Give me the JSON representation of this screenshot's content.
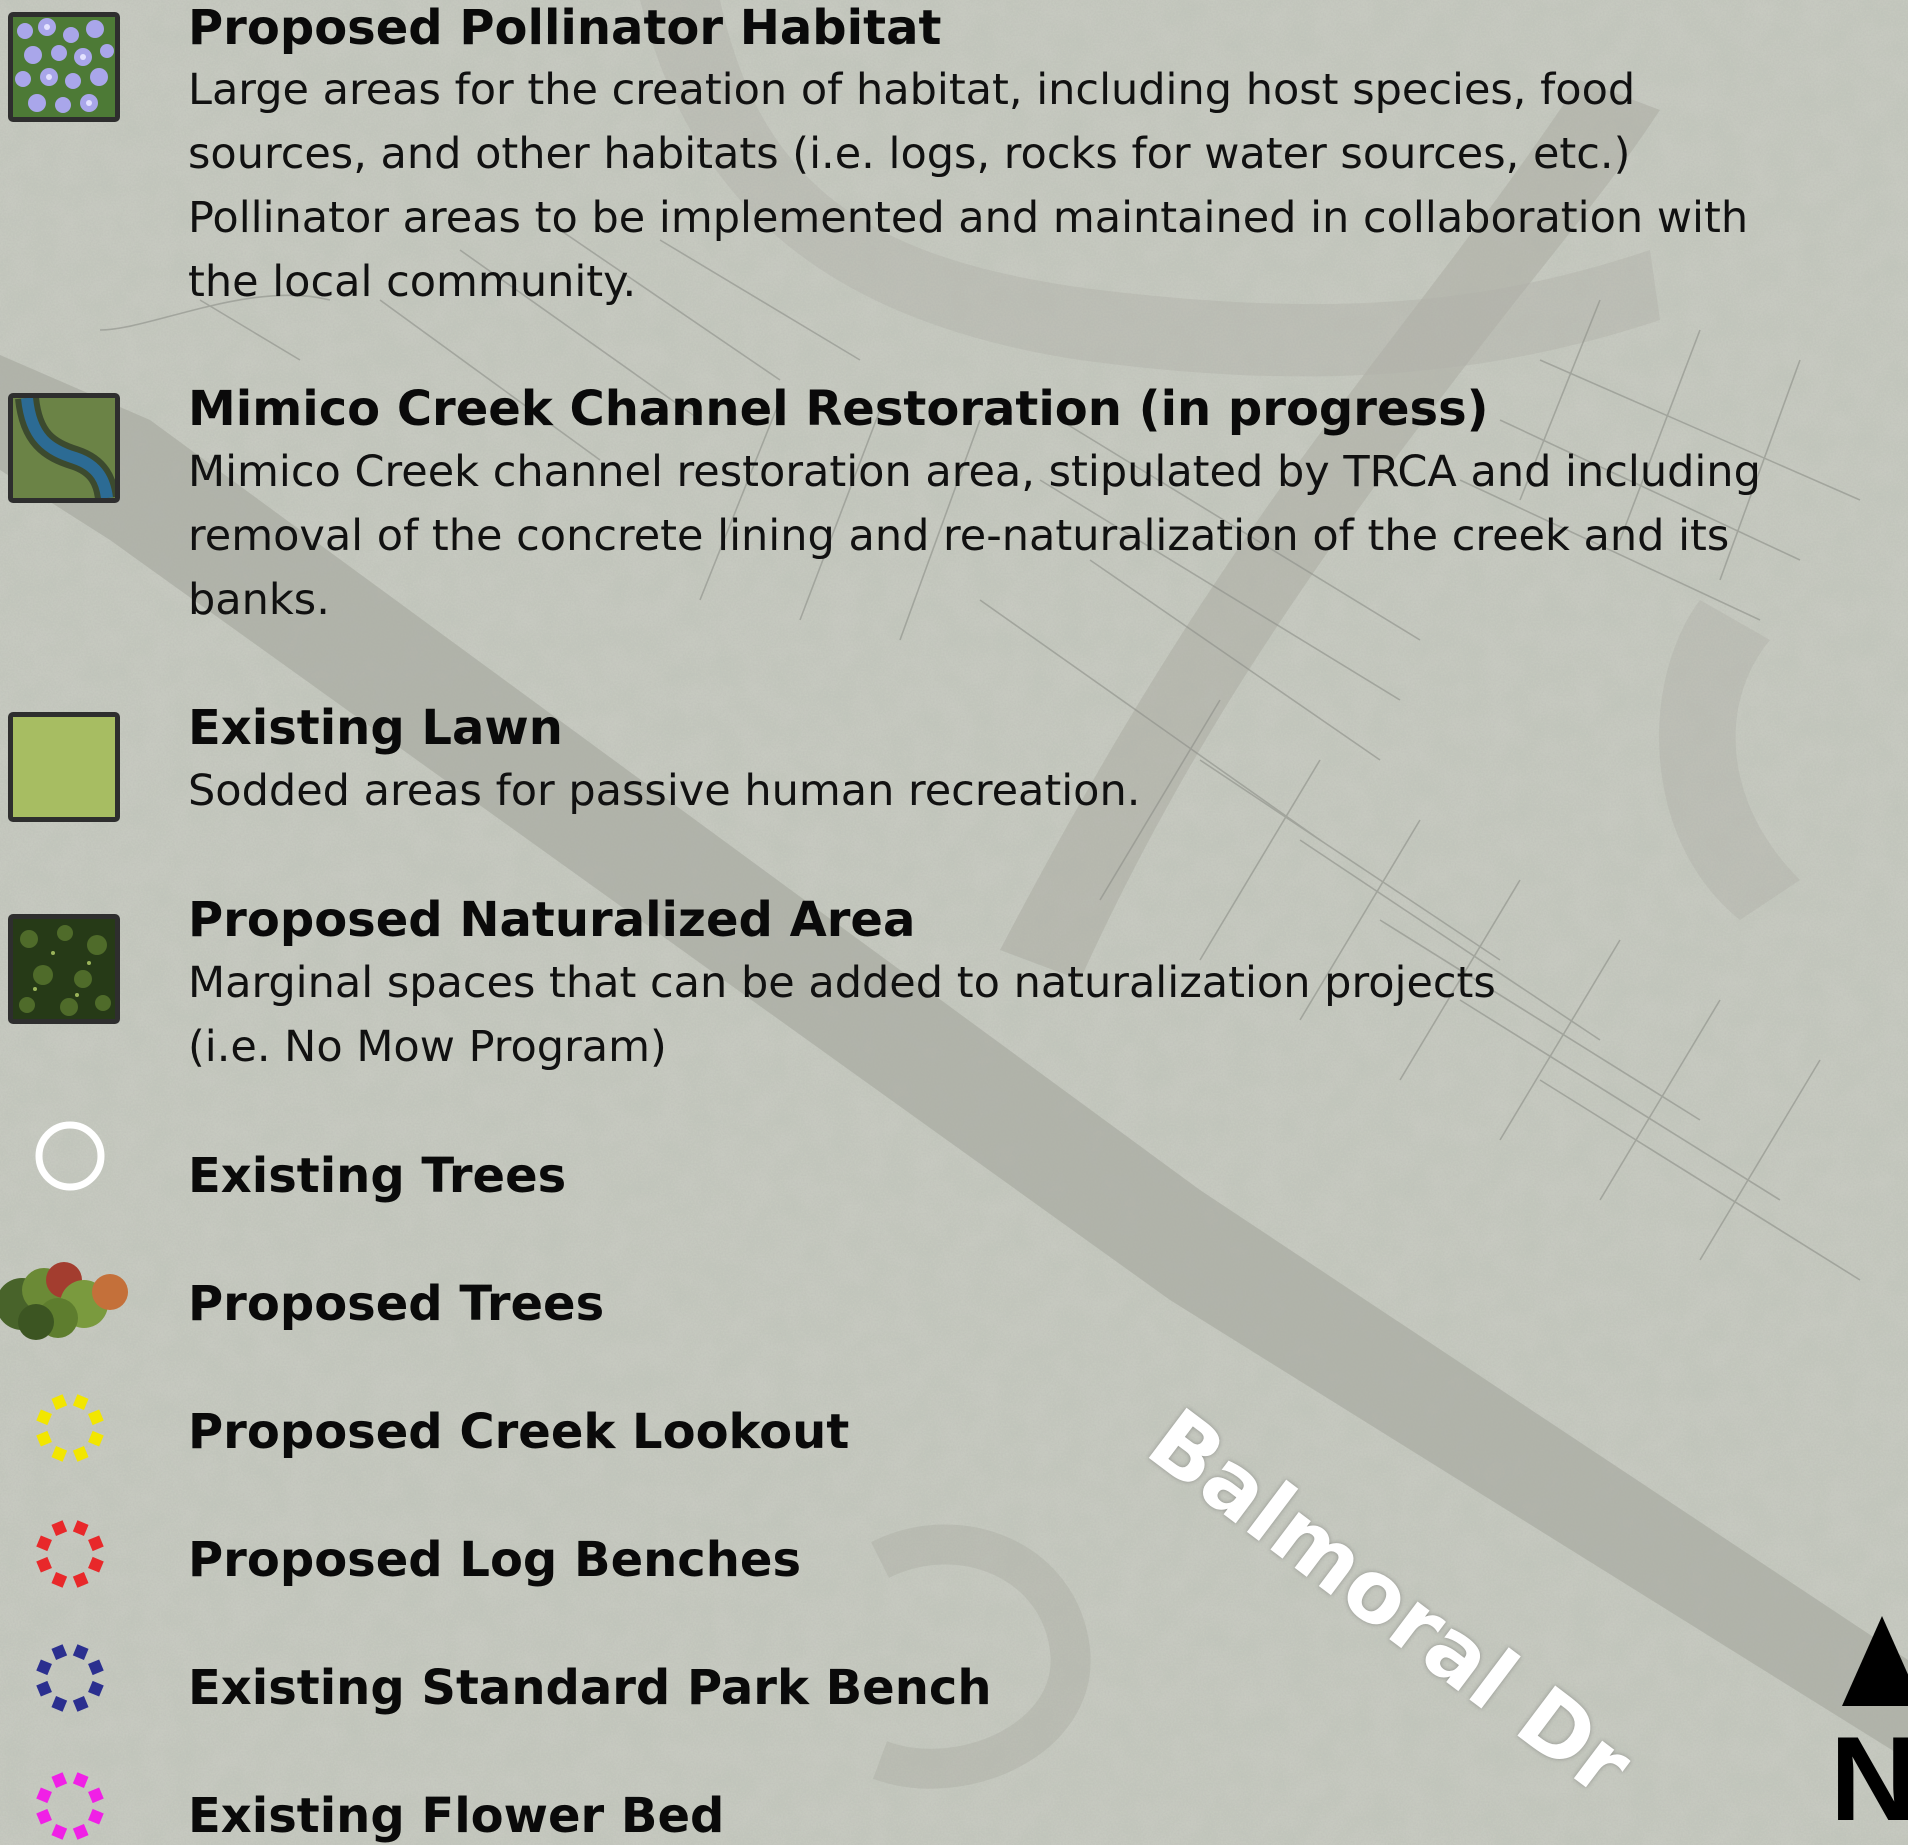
{
  "legend": {
    "items": [
      {
        "id": "pollinator",
        "title": "Proposed Pollinator Habitat",
        "description": [
          "Large areas for the creation of habitat, including host species, food",
          "sources, and other habitats (i.e. logs, rocks for water sources, etc.)",
          "Pollinator areas to be  implemented and maintained in collaboration with",
          "the local community."
        ],
        "symbol": "pollinator-habitat-swatch"
      },
      {
        "id": "creek",
        "title": "Mimico Creek Channel Restoration (in progress)",
        "description": [
          "Mimico Creek channel restoration area, stipulated by TRCA and including",
          "removal of the concrete lining and re-naturalization of the creek and its",
          "banks."
        ],
        "symbol": "creek-channel-swatch"
      },
      {
        "id": "lawn",
        "title": "Existing Lawn",
        "description": [
          "Sodded areas for passive human recreation."
        ],
        "symbol": "lawn-swatch"
      },
      {
        "id": "naturalized",
        "title": "Proposed Naturalized Area",
        "description": [
          "Marginal spaces that can be added to naturalization projects",
          "(i.e. No Mow Program)"
        ],
        "symbol": "naturalized-area-swatch"
      },
      {
        "id": "existing-trees",
        "title": "Existing Trees",
        "symbol": "circle-icon"
      },
      {
        "id": "proposed-trees",
        "title": "Proposed Trees",
        "symbol": "tree-cluster-icon"
      },
      {
        "id": "lookout",
        "title": "Proposed Creek Lookout",
        "symbol": "dotted-ring-icon",
        "color": "#f2e600"
      },
      {
        "id": "log-benches",
        "title": "Proposed Log Benches",
        "symbol": "dotted-ring-icon",
        "color": "#e8282a"
      },
      {
        "id": "park-bench",
        "title": "Existing Standard Park Bench",
        "symbol": "dotted-ring-icon",
        "color": "#2b2f8f"
      },
      {
        "id": "flower-bed",
        "title": "Existing Flower Bed",
        "symbol": "dotted-ring-icon",
        "color": "#f020e6"
      }
    ]
  },
  "map": {
    "road_label": "Balmoral Dr",
    "north_label": "N",
    "colors": {
      "background": "#c3c6bd",
      "road": "#9a9c92",
      "lot_lines": "#6e716a"
    }
  }
}
